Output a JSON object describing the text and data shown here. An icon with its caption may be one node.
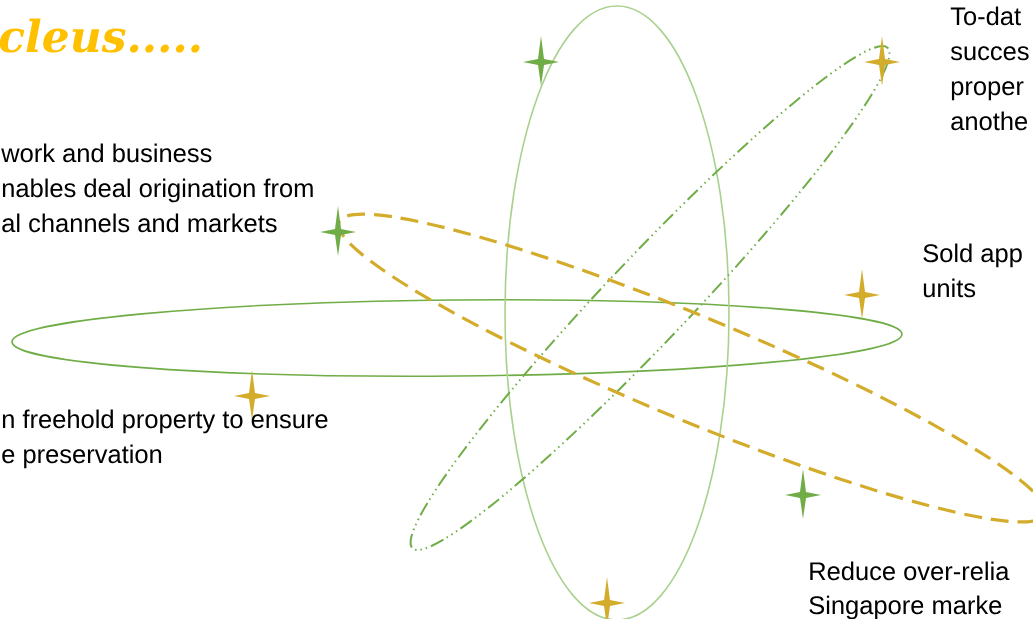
{
  "diagram": {
    "title": "cleus.....",
    "labels": [
      "work and business",
      "nables deal origination from",
      "al channels and markets",
      "To-dat",
      "succes",
      "proper",
      "anothe",
      "Sold app",
      "units",
      "n freehold property to ensure",
      "e preservation",
      "Reduce over-relia",
      "Singapore marke"
    ]
  }
}
